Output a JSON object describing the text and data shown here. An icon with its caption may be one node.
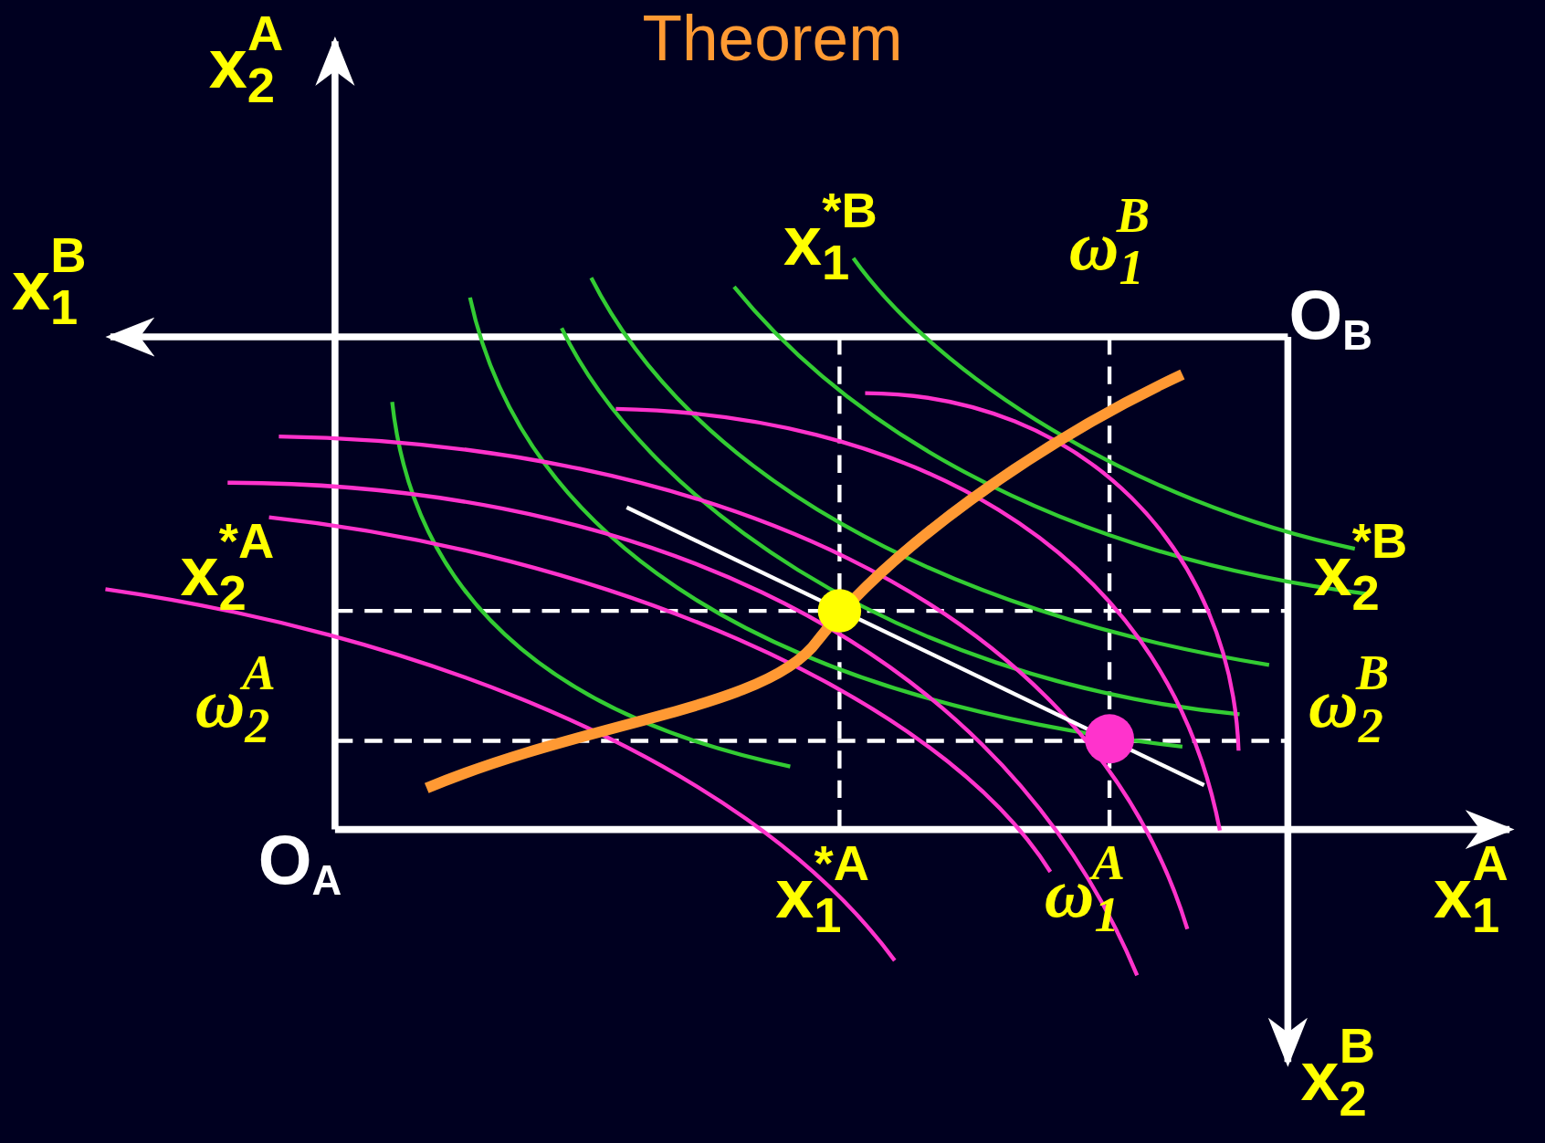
{
  "diagram": {
    "title": "Theorem",
    "labels": [
      "x$_{2}$$^{A}$",
      "x$_{1}$$^{*B}$",
      "ω$_{1}$$^{B}$",
      "x$_{1}$$^{B}$",
      "O$_{B}$",
      "x$_{2}$$^{*A}$",
      "x$_{2}$$^{*B}$",
      "ω$_{2}$$^{A}$",
      "ω$_{2}$$^{B}$",
      "O$_{A}$",
      "x$_{1}$$^{*A}$",
      "ω$_{1}$$^{A}$",
      "x$_{1}$$^{A}$",
      "x$_{2}$$^{B}$"
    ]
  }
}
